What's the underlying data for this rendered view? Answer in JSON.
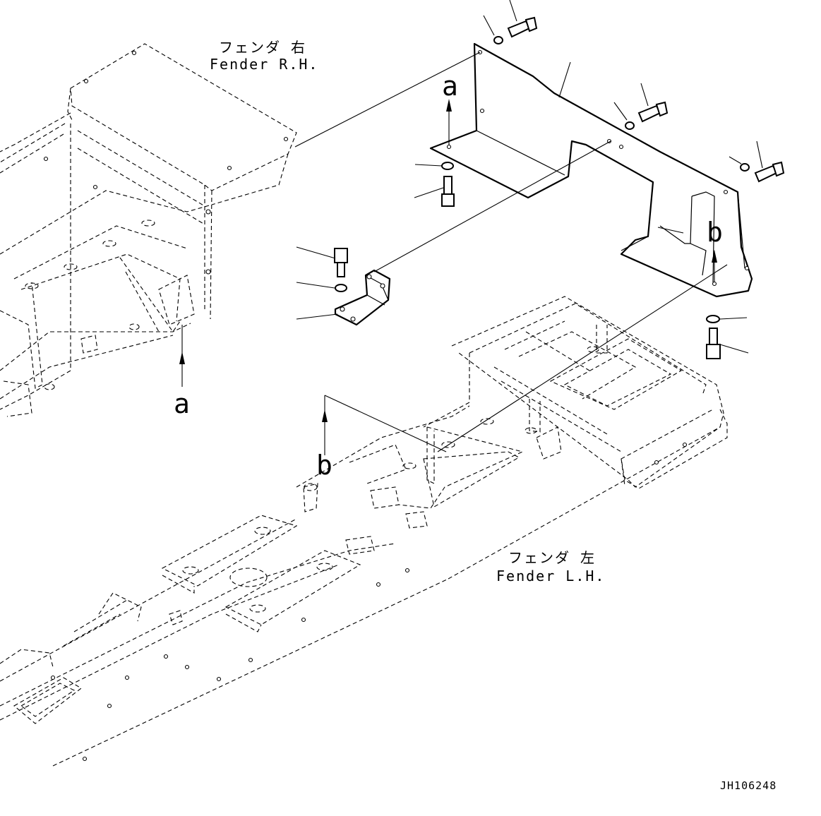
{
  "labels": {
    "fender_rh_jp": "フェンダ 右",
    "fender_rh_en": "Fender R.H.",
    "fender_lh_jp": "フェンダ 左",
    "fender_lh_en": "Fender L.H.",
    "ref_a_top": "a",
    "ref_a_bottom": "a",
    "ref_b_right": "b",
    "ref_b_left": "b",
    "drawing_id": "JH106248"
  }
}
